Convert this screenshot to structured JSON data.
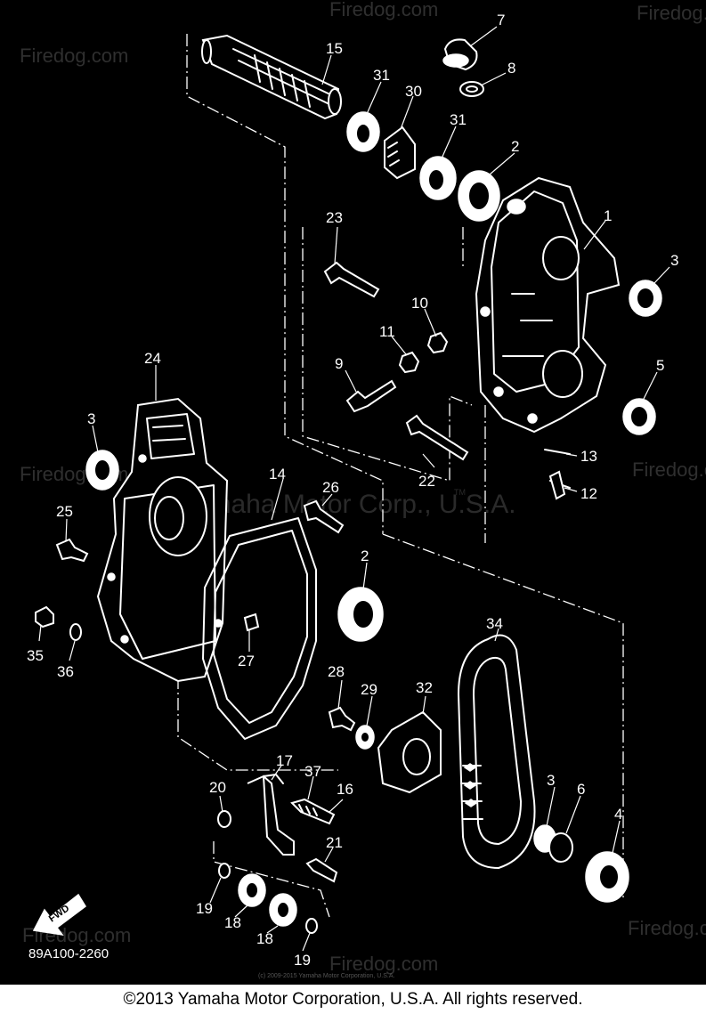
{
  "diagram": {
    "part_code": "89A100-2260",
    "watermarks": [
      "Firedog.com",
      "Firedog.com",
      "Firedog.com",
      "Firedog.com",
      "Firedog.com",
      "Firedog.com",
      "Firedog.com",
      "Firedog.com"
    ],
    "center_watermark": "Yamaha Motor Corp., U.S.A.",
    "center_watermark_tm": "TM",
    "small_copyright": "(c) 2009-2015 Yamaha Motor Corporation, U.S.A.",
    "fwd_label": "FWD",
    "callouts": [
      "15",
      "7",
      "8",
      "31",
      "30",
      "31",
      "2",
      "1",
      "3",
      "23",
      "10",
      "11",
      "9",
      "5",
      "24",
      "3",
      "13",
      "22",
      "12",
      "14",
      "26",
      "25",
      "2",
      "35",
      "36",
      "27",
      "34",
      "28",
      "29",
      "32",
      "17",
      "37",
      "16",
      "20",
      "21",
      "3",
      "6",
      "4",
      "19",
      "18",
      "18",
      "19"
    ]
  },
  "footer": {
    "copyright": "©2013 Yamaha Motor Corporation, U.S.A. All rights reserved."
  }
}
